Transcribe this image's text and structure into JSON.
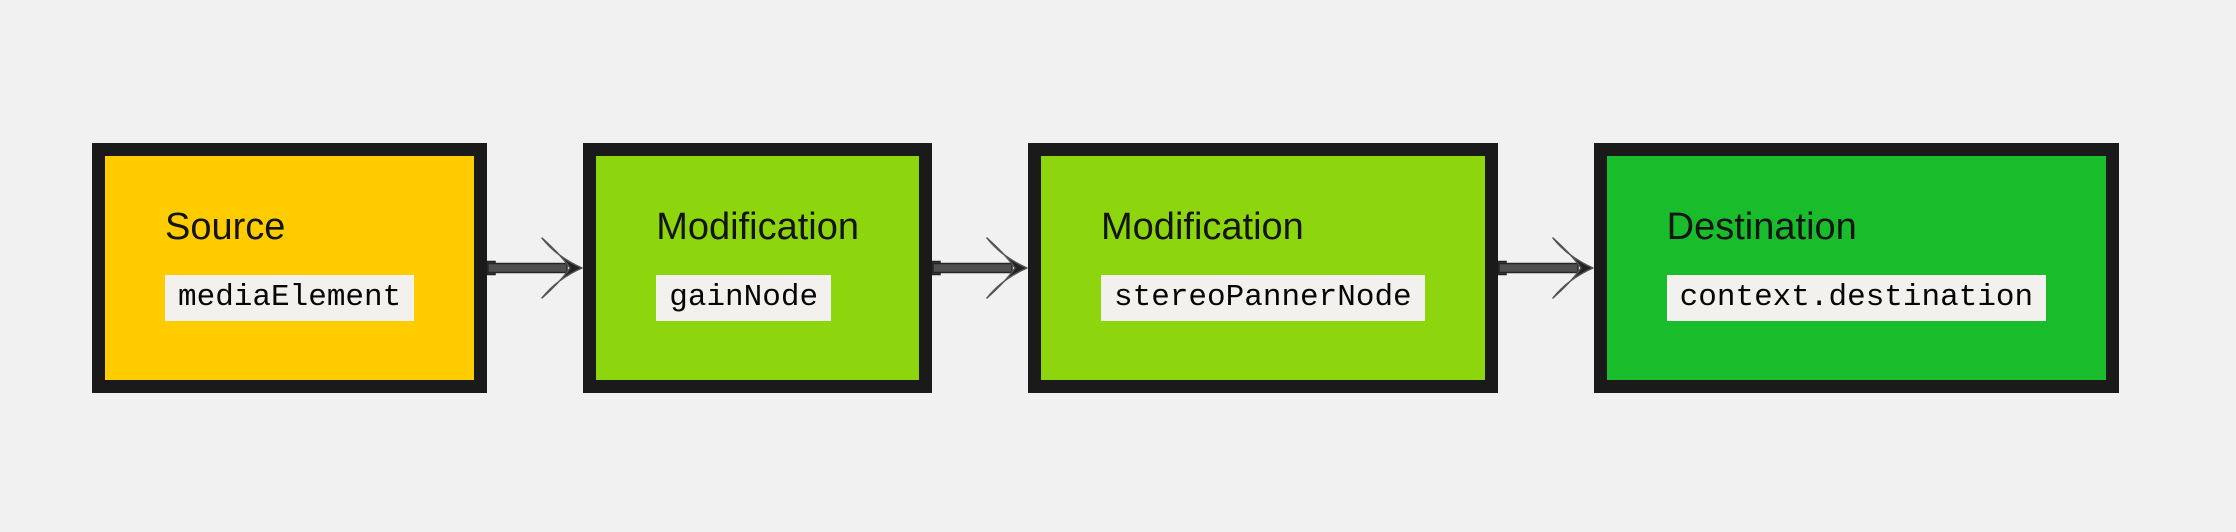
{
  "colors": {
    "background": "#f1f1f1",
    "node_border": "#1a1a1a",
    "arrow_head": "#222222",
    "arrow_tail": "#4f4f4f",
    "code_label_background": "#f2f1ee",
    "source_fill": "#ffcc00",
    "modification_fill": "#8dd60e",
    "destination_fill": "#19bc2b"
  },
  "nodes": [
    {
      "role": "Source",
      "code": "mediaElement",
      "fill": "#ffcc00"
    },
    {
      "role": "Modification",
      "code": "gainNode",
      "fill": "#8dd60e"
    },
    {
      "role": "Modification",
      "code": "stereoPannerNode",
      "fill": "#8dd60e"
    },
    {
      "role": "Destination",
      "code": "context.destination",
      "fill": "#19bc2b"
    }
  ],
  "connections": [
    {
      "from": "Source",
      "to": "Modification"
    },
    {
      "from": "Modification",
      "to": "Modification"
    },
    {
      "from": "Modification",
      "to": "Destination"
    }
  ]
}
